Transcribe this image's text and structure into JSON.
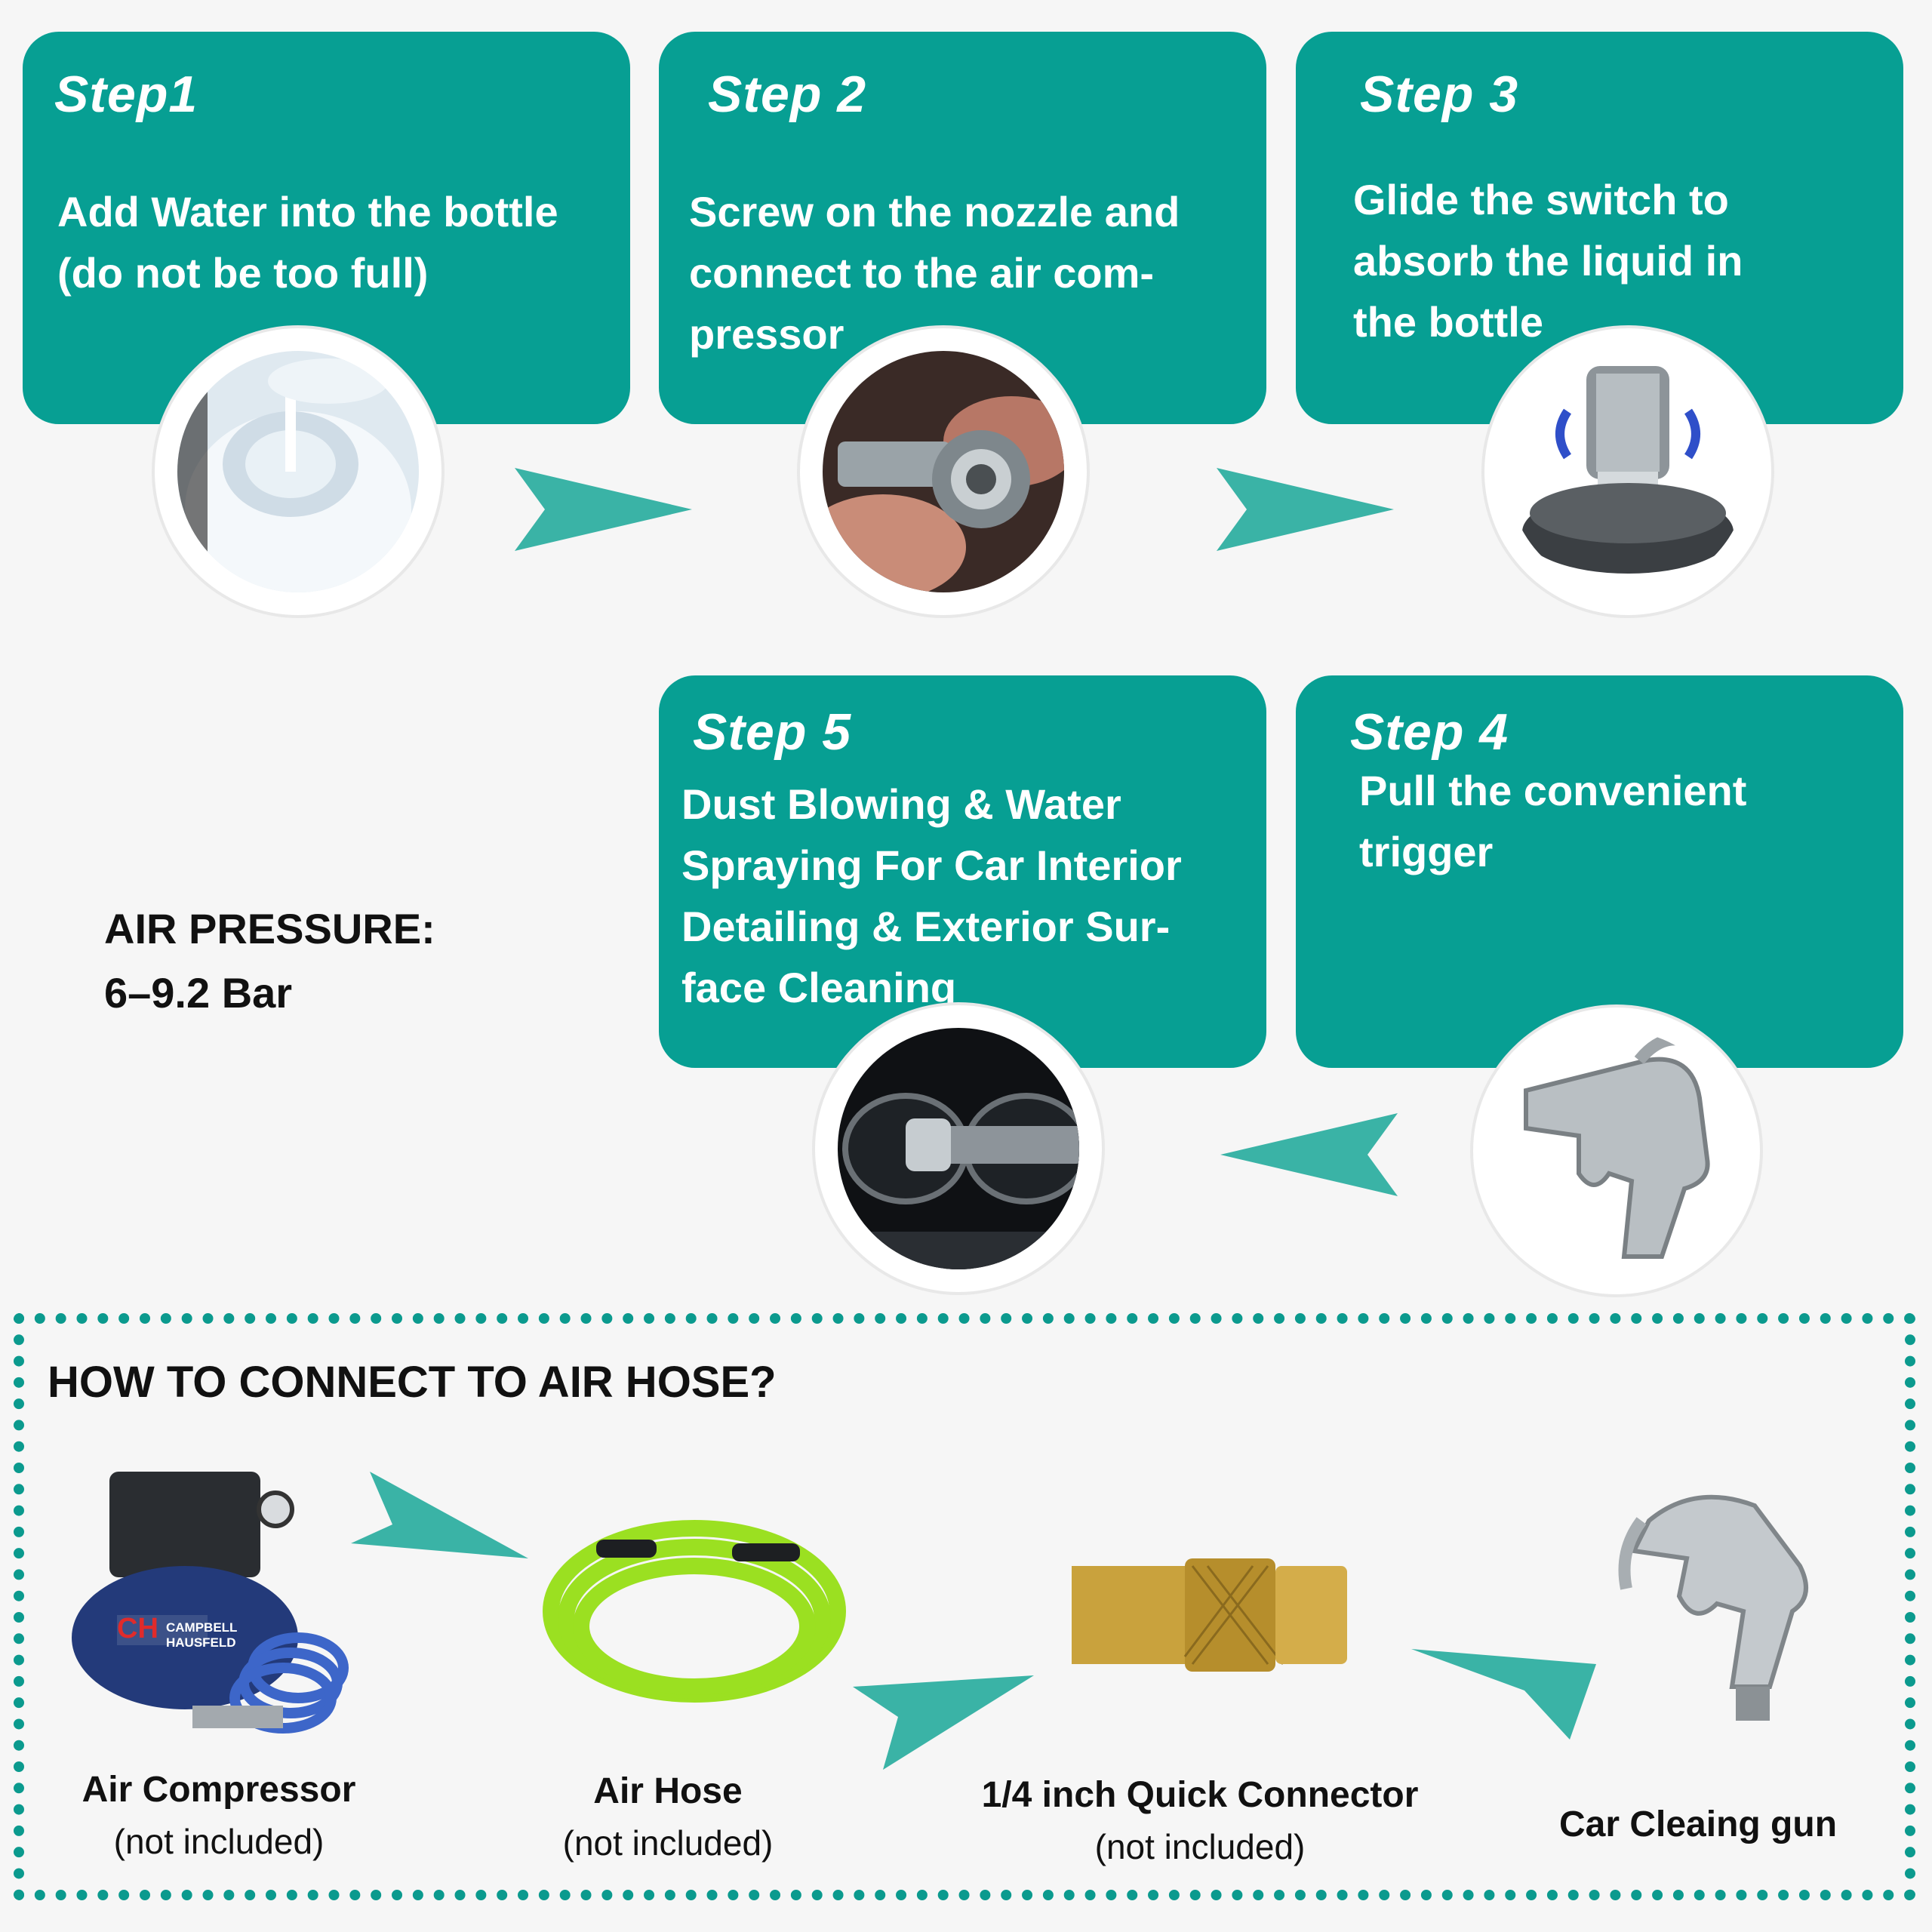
{
  "steps": [
    {
      "title": "Step1",
      "text": "Add Water into the bottle\n(do not be too full)"
    },
    {
      "title": "Step 2",
      "text": "Screw on the nozzle and\nconnect to the air com-\npressor"
    },
    {
      "title": "Step 3",
      "text": "Glide the switch to\nabsorb the liquid in\nthe bottle"
    },
    {
      "title": "Step 4",
      "text": "Pull the convenient\ntrigger"
    },
    {
      "title": "Step 5",
      "text": "Dust Blowing & Water\nSpraying For Car Interior\nDetailing & Exterior Sur-\nface Cleaning"
    }
  ],
  "pressure": {
    "label": "AIR PRESSURE:",
    "value": "6–9.2 Bar"
  },
  "connect": {
    "title": "HOW TO CONNECT TO AIR HOSE?",
    "items": [
      {
        "name": "Air Compressor",
        "note": "(not included)"
      },
      {
        "name": "Air Hose",
        "note": "(not included)"
      },
      {
        "name": "1/4 inch Quick Connector",
        "note": "(not included)"
      },
      {
        "name": "Car Cleaing gun",
        "note": ""
      }
    ],
    "brand": "CAMPBELL HAUSFELD",
    "brand_mark": "CH"
  },
  "colors": {
    "teal": "#079f93",
    "arrow": "#3ab3a6",
    "hose": "#9be021",
    "brass": "#c9a23d"
  }
}
